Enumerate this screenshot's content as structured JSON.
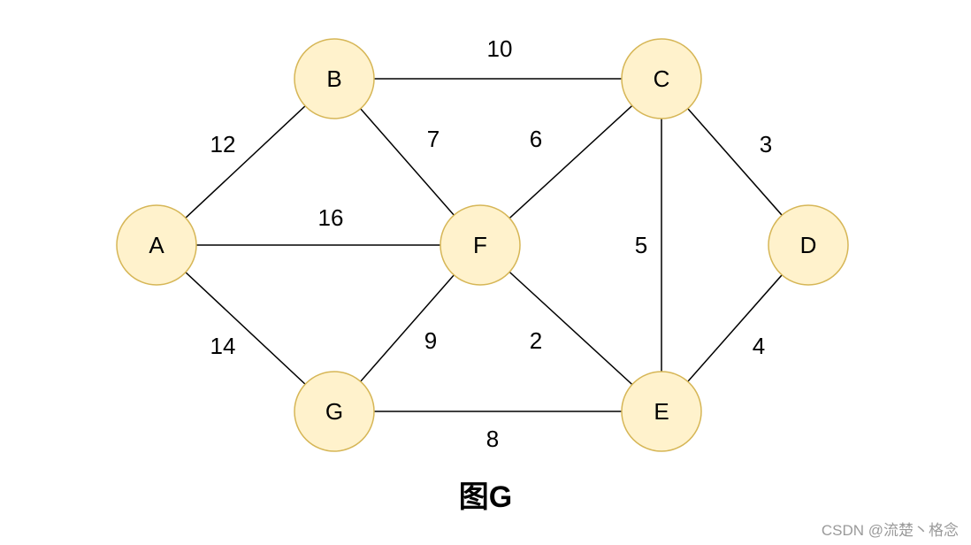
{
  "diagram": {
    "nodes": [
      {
        "id": "A",
        "label": "A"
      },
      {
        "id": "B",
        "label": "B"
      },
      {
        "id": "C",
        "label": "C"
      },
      {
        "id": "D",
        "label": "D"
      },
      {
        "id": "E",
        "label": "E"
      },
      {
        "id": "F",
        "label": "F"
      },
      {
        "id": "G",
        "label": "G"
      }
    ],
    "edges": [
      {
        "from": "A",
        "to": "B",
        "weight": "12"
      },
      {
        "from": "B",
        "to": "C",
        "weight": "10"
      },
      {
        "from": "B",
        "to": "F",
        "weight": "7"
      },
      {
        "from": "F",
        "to": "C",
        "weight": "6"
      },
      {
        "from": "C",
        "to": "D",
        "weight": "3"
      },
      {
        "from": "A",
        "to": "F",
        "weight": "16"
      },
      {
        "from": "C",
        "to": "E",
        "weight": "5"
      },
      {
        "from": "A",
        "to": "G",
        "weight": "14"
      },
      {
        "from": "G",
        "to": "F",
        "weight": "9"
      },
      {
        "from": "F",
        "to": "E",
        "weight": "2"
      },
      {
        "from": "D",
        "to": "E",
        "weight": "4"
      },
      {
        "from": "G",
        "to": "E",
        "weight": "8"
      }
    ],
    "colors": {
      "node_fill": "#fff2cc",
      "node_stroke": "#d6b656",
      "edge": "#000000"
    }
  },
  "caption": "图G",
  "watermark": "CSDN @流楚丶格念"
}
